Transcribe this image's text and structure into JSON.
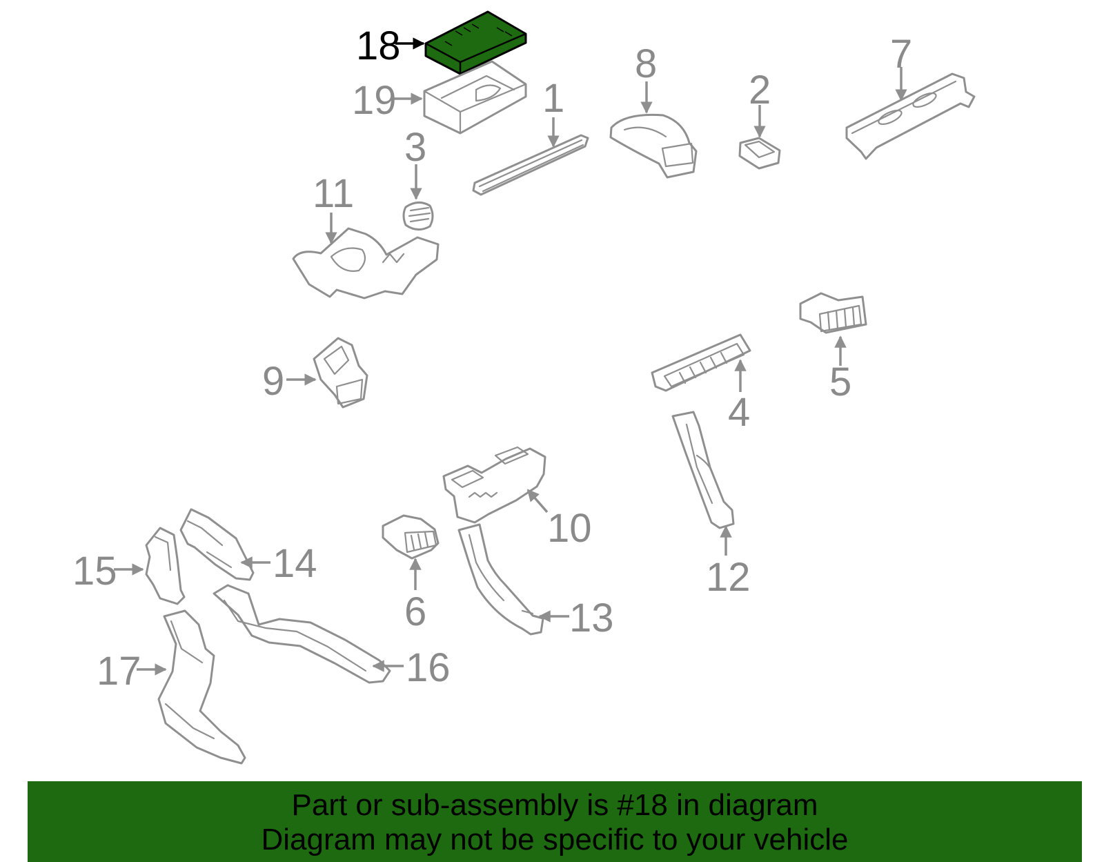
{
  "selected_part": "18",
  "colors": {
    "highlight": "#1d6a10",
    "parts": "#8f8f8f",
    "labels": "#8a8a8a",
    "selected_label": "#000000"
  },
  "callouts": {
    "c1": "1",
    "c2": "2",
    "c3": "3",
    "c4": "4",
    "c5": "5",
    "c6": "6",
    "c7": "7",
    "c8": "8",
    "c9": "9",
    "c10": "10",
    "c11": "11",
    "c12": "12",
    "c13": "13",
    "c14": "14",
    "c15": "15",
    "c16": "16",
    "c17": "17",
    "c18": "18",
    "c19": "19"
  },
  "banner": {
    "line1": "Part or sub-assembly is #18 in diagram",
    "line2": "Diagram may not be specific to your vehicle"
  }
}
